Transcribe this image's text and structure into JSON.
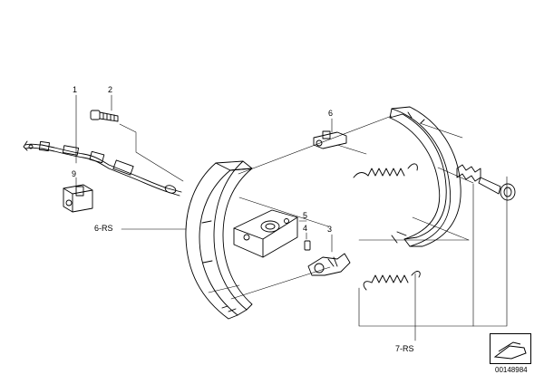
{
  "diagram": {
    "callouts": {
      "part_1": "1",
      "part_2": "2",
      "part_3": "3",
      "part_4": "4",
      "part_5": "5",
      "part_6": "6",
      "part_9": "9",
      "set_6rs": "6-RS",
      "set_7rs": "7-RS"
    },
    "document_number": "00148984"
  },
  "colors": {
    "line": "#000000",
    "leader": "#000000",
    "background": "#ffffff"
  }
}
